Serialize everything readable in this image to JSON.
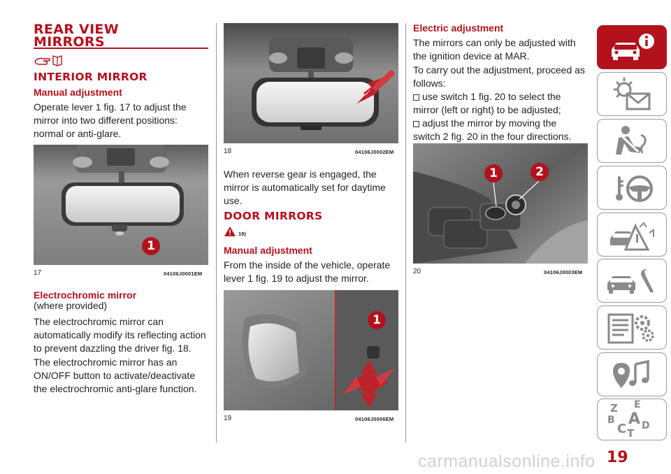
{
  "col1": {
    "heading_line1": "REAR VIEW",
    "heading_line2": "MIRRORS",
    "icon_name": "hand-pointing-book-icon",
    "subheading": "INTERIOR MIRROR",
    "manual_title": "Manual adjustment",
    "manual_text": [
      "Operate lever 1 fig. 17 to adjust the",
      "mirror into two different positions:",
      "normal or anti-glare."
    ],
    "fig17_num": "17",
    "fig17_code": "04106J0001EM",
    "fig17_callout": "1",
    "electro_title": "Electrochromic mirror",
    "electro_note": "(where provided)",
    "electro_text1": [
      "The electrochromic mirror can",
      "automatically modify its reflecting action",
      "to prevent dazzling the driver fig. 18."
    ],
    "electro_text2": [
      "The electrochromic mirror has an",
      "ON/OFF button to activate/deactivate",
      "the electrochromic anti-glare function."
    ]
  },
  "col2": {
    "fig18_num": "18",
    "fig18_code": "04106J0002EM",
    "reverse_text": [
      "When reverse gear is engaged, the",
      "mirror is automatically set for daytime",
      "use."
    ],
    "door_heading": "DOOR MIRRORS",
    "warning_ref": "19)",
    "manual_title": "Manual adjustment",
    "manual_text": [
      "From the inside of the vehicle, operate",
      "lever 1 fig. 19 to adjust the mirror."
    ],
    "fig19_num": "19",
    "fig19_code": "04106J0006EM",
    "fig19_callout": "1"
  },
  "col3": {
    "electric_title": "Electric adjustment",
    "electric_text": [
      "The mirrors can only be adjusted with",
      "the ignition device at MAR."
    ],
    "procedure_text": [
      "To carry out the adjustment, proceed as",
      "follows:"
    ],
    "bullet1": [
      "use switch 1 fig. 20 to select the",
      "mirror (left or right) to be adjusted;"
    ],
    "bullet2": [
      "adjust the mirror by moving the",
      "switch 2 fig. 20 in the four directions."
    ],
    "fig20_num": "20",
    "fig20_code": "04106J0003EM",
    "fig20_callout1": "1",
    "fig20_callout2": "2"
  },
  "page_number": "19",
  "watermark": "carmanualsonline.info",
  "sidebar_tabs": [
    {
      "icon": "car-info-icon",
      "active": true
    },
    {
      "icon": "warning-light-envelope-icon",
      "active": false
    },
    {
      "icon": "seatbelt-person-icon",
      "active": false
    },
    {
      "icon": "key-steering-wheel-icon",
      "active": false
    },
    {
      "icon": "car-crash-icon",
      "active": false
    },
    {
      "icon": "car-wrench-icon",
      "active": false
    },
    {
      "icon": "checklist-gears-icon",
      "active": false
    },
    {
      "icon": "music-navigation-icon",
      "active": false
    },
    {
      "icon": "alphabet-index-icon",
      "active": false
    }
  ],
  "index_letters": [
    "Z",
    "E",
    "B",
    "A",
    "C",
    "D",
    "T"
  ],
  "colors": {
    "accent": "#b3121d",
    "tab_border": "#9a9a9a",
    "icon_gray": "#8a8a8a"
  }
}
